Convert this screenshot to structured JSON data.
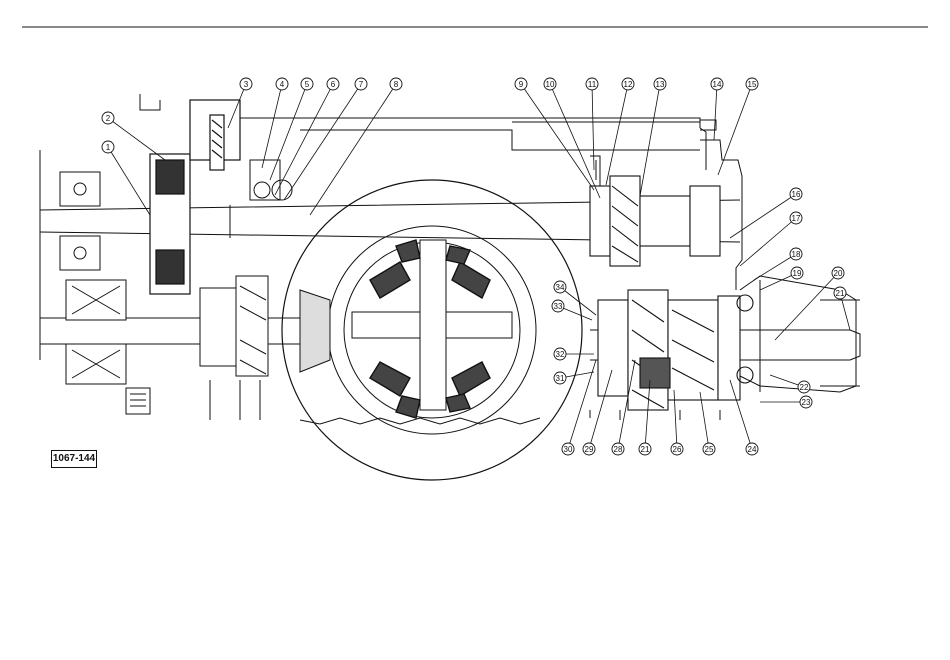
{
  "figure": {
    "reference": "1067-144"
  },
  "callouts": [
    {
      "id": "1",
      "label": "1"
    },
    {
      "id": "2",
      "label": "2"
    },
    {
      "id": "3",
      "label": "3"
    },
    {
      "id": "4",
      "label": "4"
    },
    {
      "id": "5",
      "label": "5"
    },
    {
      "id": "6",
      "label": "6"
    },
    {
      "id": "7",
      "label": "7"
    },
    {
      "id": "8",
      "label": "8"
    },
    {
      "id": "9",
      "label": "9"
    },
    {
      "id": "10",
      "label": "10"
    },
    {
      "id": "11",
      "label": "11"
    },
    {
      "id": "12",
      "label": "12"
    },
    {
      "id": "13",
      "label": "13"
    },
    {
      "id": "14",
      "label": "14"
    },
    {
      "id": "15",
      "label": "15"
    },
    {
      "id": "16",
      "label": "16"
    },
    {
      "id": "17",
      "label": "17"
    },
    {
      "id": "18",
      "label": "18"
    },
    {
      "id": "19",
      "label": "19"
    },
    {
      "id": "20",
      "label": "20"
    },
    {
      "id": "21",
      "label": "21"
    },
    {
      "id": "22",
      "label": "22"
    },
    {
      "id": "23",
      "label": "23"
    },
    {
      "id": "24",
      "label": "24"
    },
    {
      "id": "25",
      "label": "25"
    },
    {
      "id": "26",
      "label": "26"
    },
    {
      "id": "27",
      "label": "21"
    },
    {
      "id": "28",
      "label": "28"
    },
    {
      "id": "29",
      "label": "29"
    },
    {
      "id": "30",
      "label": "30"
    },
    {
      "id": "31",
      "label": "31"
    },
    {
      "id": "32",
      "label": "32"
    },
    {
      "id": "33",
      "label": "33"
    },
    {
      "id": "34",
      "label": "34"
    }
  ],
  "colors": {
    "ink": "#111111",
    "paper": "#ffffff"
  }
}
